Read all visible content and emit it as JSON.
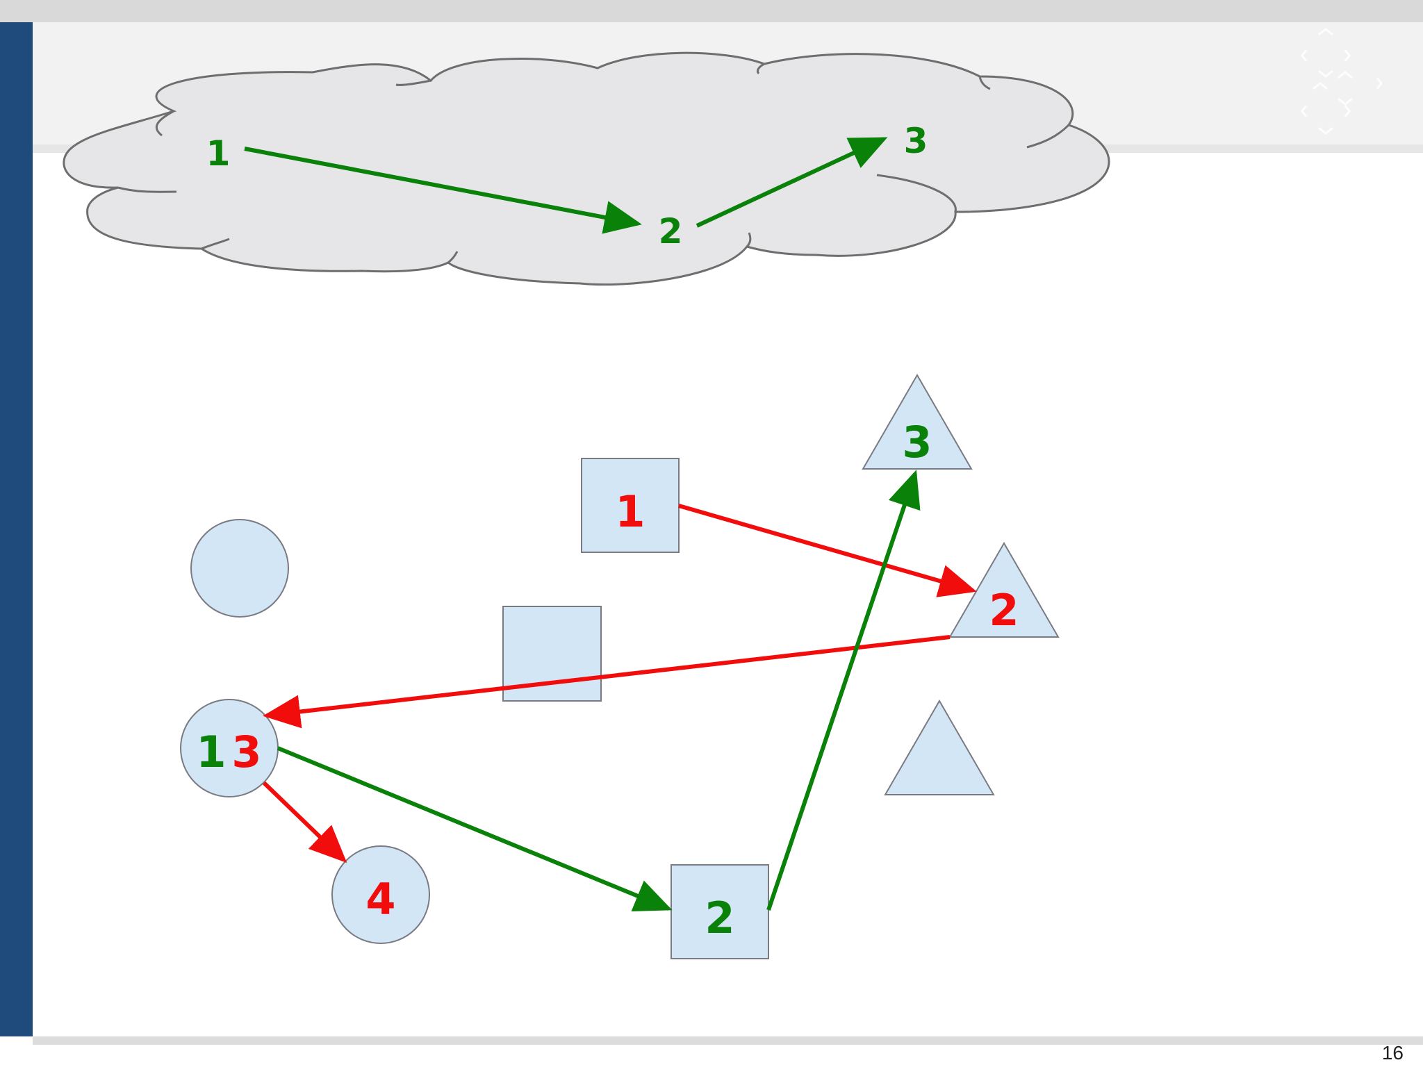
{
  "colors": {
    "green": "#0a820a",
    "red": "#f20d0d",
    "shape_fill": "#d2e6f5",
    "shape_stroke": "#7a7a82",
    "cloud_fill": "#e6e6e8",
    "cloud_stroke": "#6e6e6e",
    "side_bar": "#1f4a7c",
    "header_band": "#f2f2f2"
  },
  "cloud": {
    "labels": [
      "1",
      "2",
      "3"
    ]
  },
  "shapes": {
    "circle_top_label": "",
    "circle_13_green": "1",
    "circle_13_red": "3",
    "circle_4_label": "4",
    "square_1_label": "1",
    "square_mid_label": "",
    "square_2_label": "2",
    "triangle_3_label": "3",
    "triangle_2_label": "2",
    "triangle_bottom_label": ""
  },
  "page_number": "16"
}
